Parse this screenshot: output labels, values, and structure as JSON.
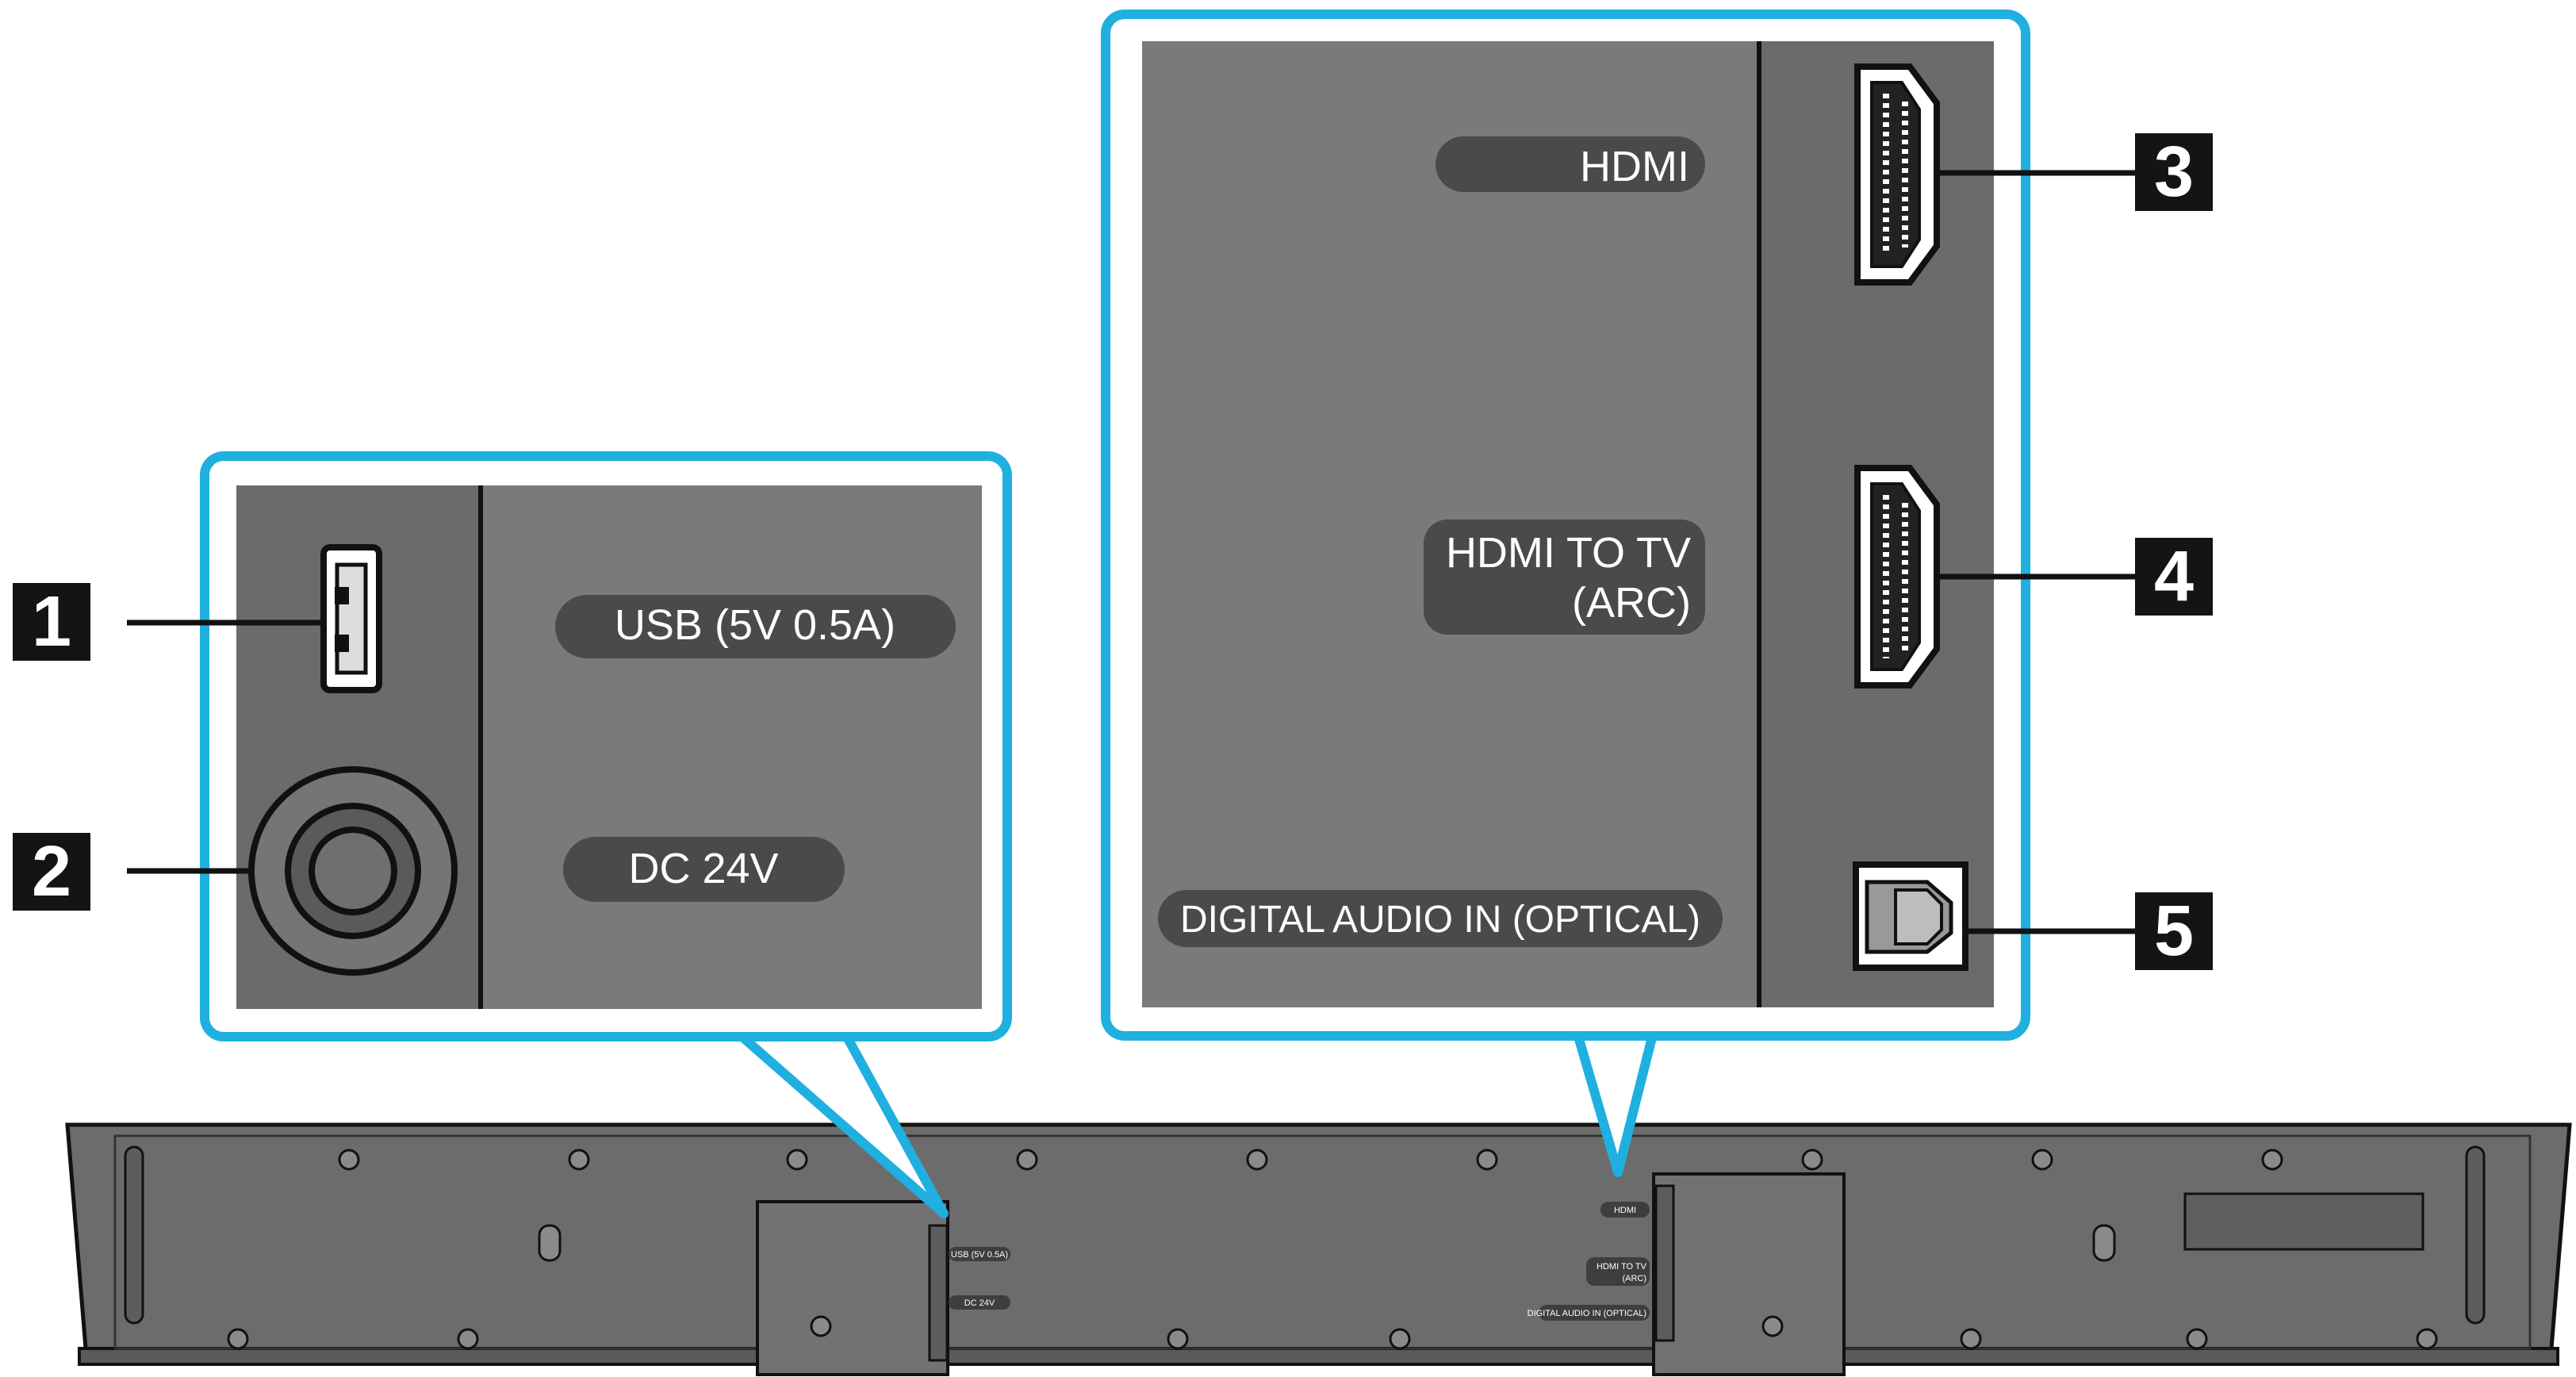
{
  "callouts": {
    "n1": "1",
    "n2": "2",
    "n3": "3",
    "n4": "4",
    "n5": "5"
  },
  "left_panel": {
    "usb_label": "USB (5V 0.5A)",
    "dc_label": "DC 24V"
  },
  "right_panel": {
    "hdmi_label": "HDMI",
    "hdmi_to_tv_line1": "HDMI TO TV",
    "hdmi_to_tv_line2": "(ARC)",
    "optical_label": "DIGITAL AUDIO IN (OPTICAL)"
  },
  "soundbar": {
    "usb_small": "USB (5V 0.5A)",
    "dc_small": "DC 24V",
    "hdmi_small": "HDMI",
    "hdmi_to_tv_small_line1": "HDMI TO TV",
    "hdmi_to_tv_small_line2": "(ARC)",
    "optical_small": "DIGITAL AUDIO IN (OPTICAL)"
  },
  "colors": {
    "frame": "#1fb0e0",
    "panel_light": "#7a7a7b",
    "panel_dark": "#6b6b6c",
    "pill": "#4a4a4b",
    "callout_box": "#141414",
    "bar_body": "#6c6c6d"
  }
}
